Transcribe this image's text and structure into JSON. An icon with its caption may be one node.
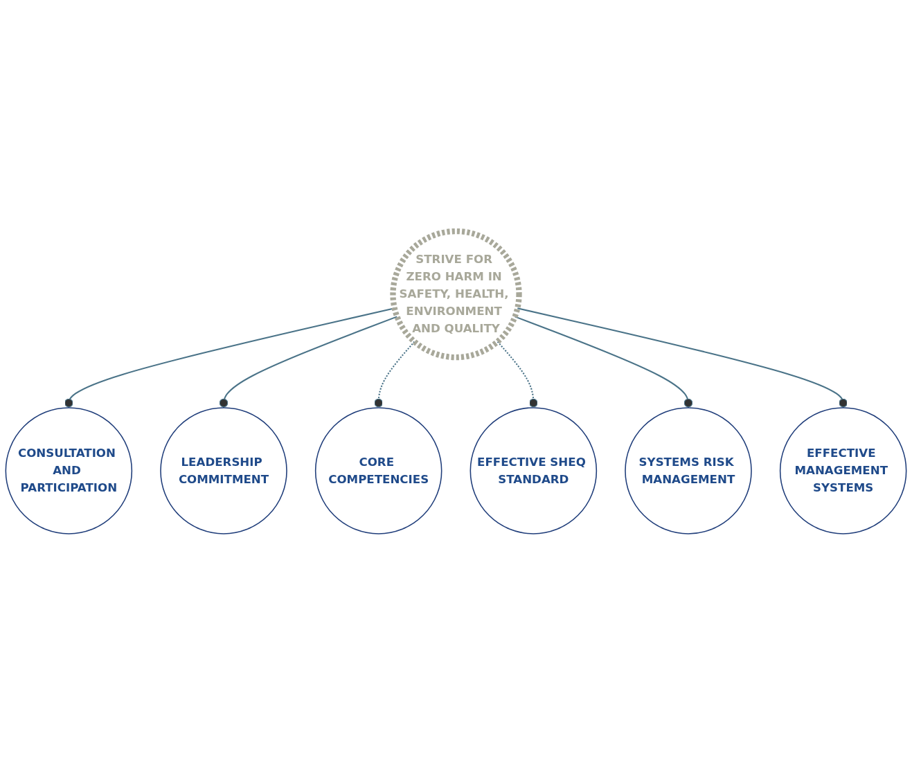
{
  "diagram": {
    "nodes": [
      {
        "text": [
          "CONSULTATION AND PARTICIPATION"
        ]
      },
      {
        "text": [
          "LEADERSHIP COMMITMENT"
        ]
      },
      {
        "text": [
          "STRIVE FOR ZERO HARM IN SAFETY, HEALTH, ENVIRONMENT AND QUALITY"
        ]
      },
      {
        "text": [
          "CORE COMPETENCIES"
        ]
      },
      {
        "text": [
          "EFFECTIVE SHEQ STANDARD"
        ]
      },
      {
        "text": [
          "SYSTEMS RISK MANAGEMENT"
        ]
      },
      {
        "text": [
          "EFFECTIVE MANAGEMENT SYSTEMS"
        ]
      }
    ],
    "edges": [
      {
        "from": 2,
        "to": 0,
        "arrow": "other"
      },
      {
        "from": 2,
        "to": 1,
        "arrow": "other"
      },
      {
        "from": 2,
        "to": 3,
        "arrow": "other",
        "style": "dashed"
      },
      {
        "from": 2,
        "to": 4,
        "arrow": "other",
        "style": "dashed"
      },
      {
        "from": 2,
        "to": 5,
        "arrow": "other"
      },
      {
        "from": 2,
        "to": 6,
        "arrow": "other"
      }
    ]
  }
}
